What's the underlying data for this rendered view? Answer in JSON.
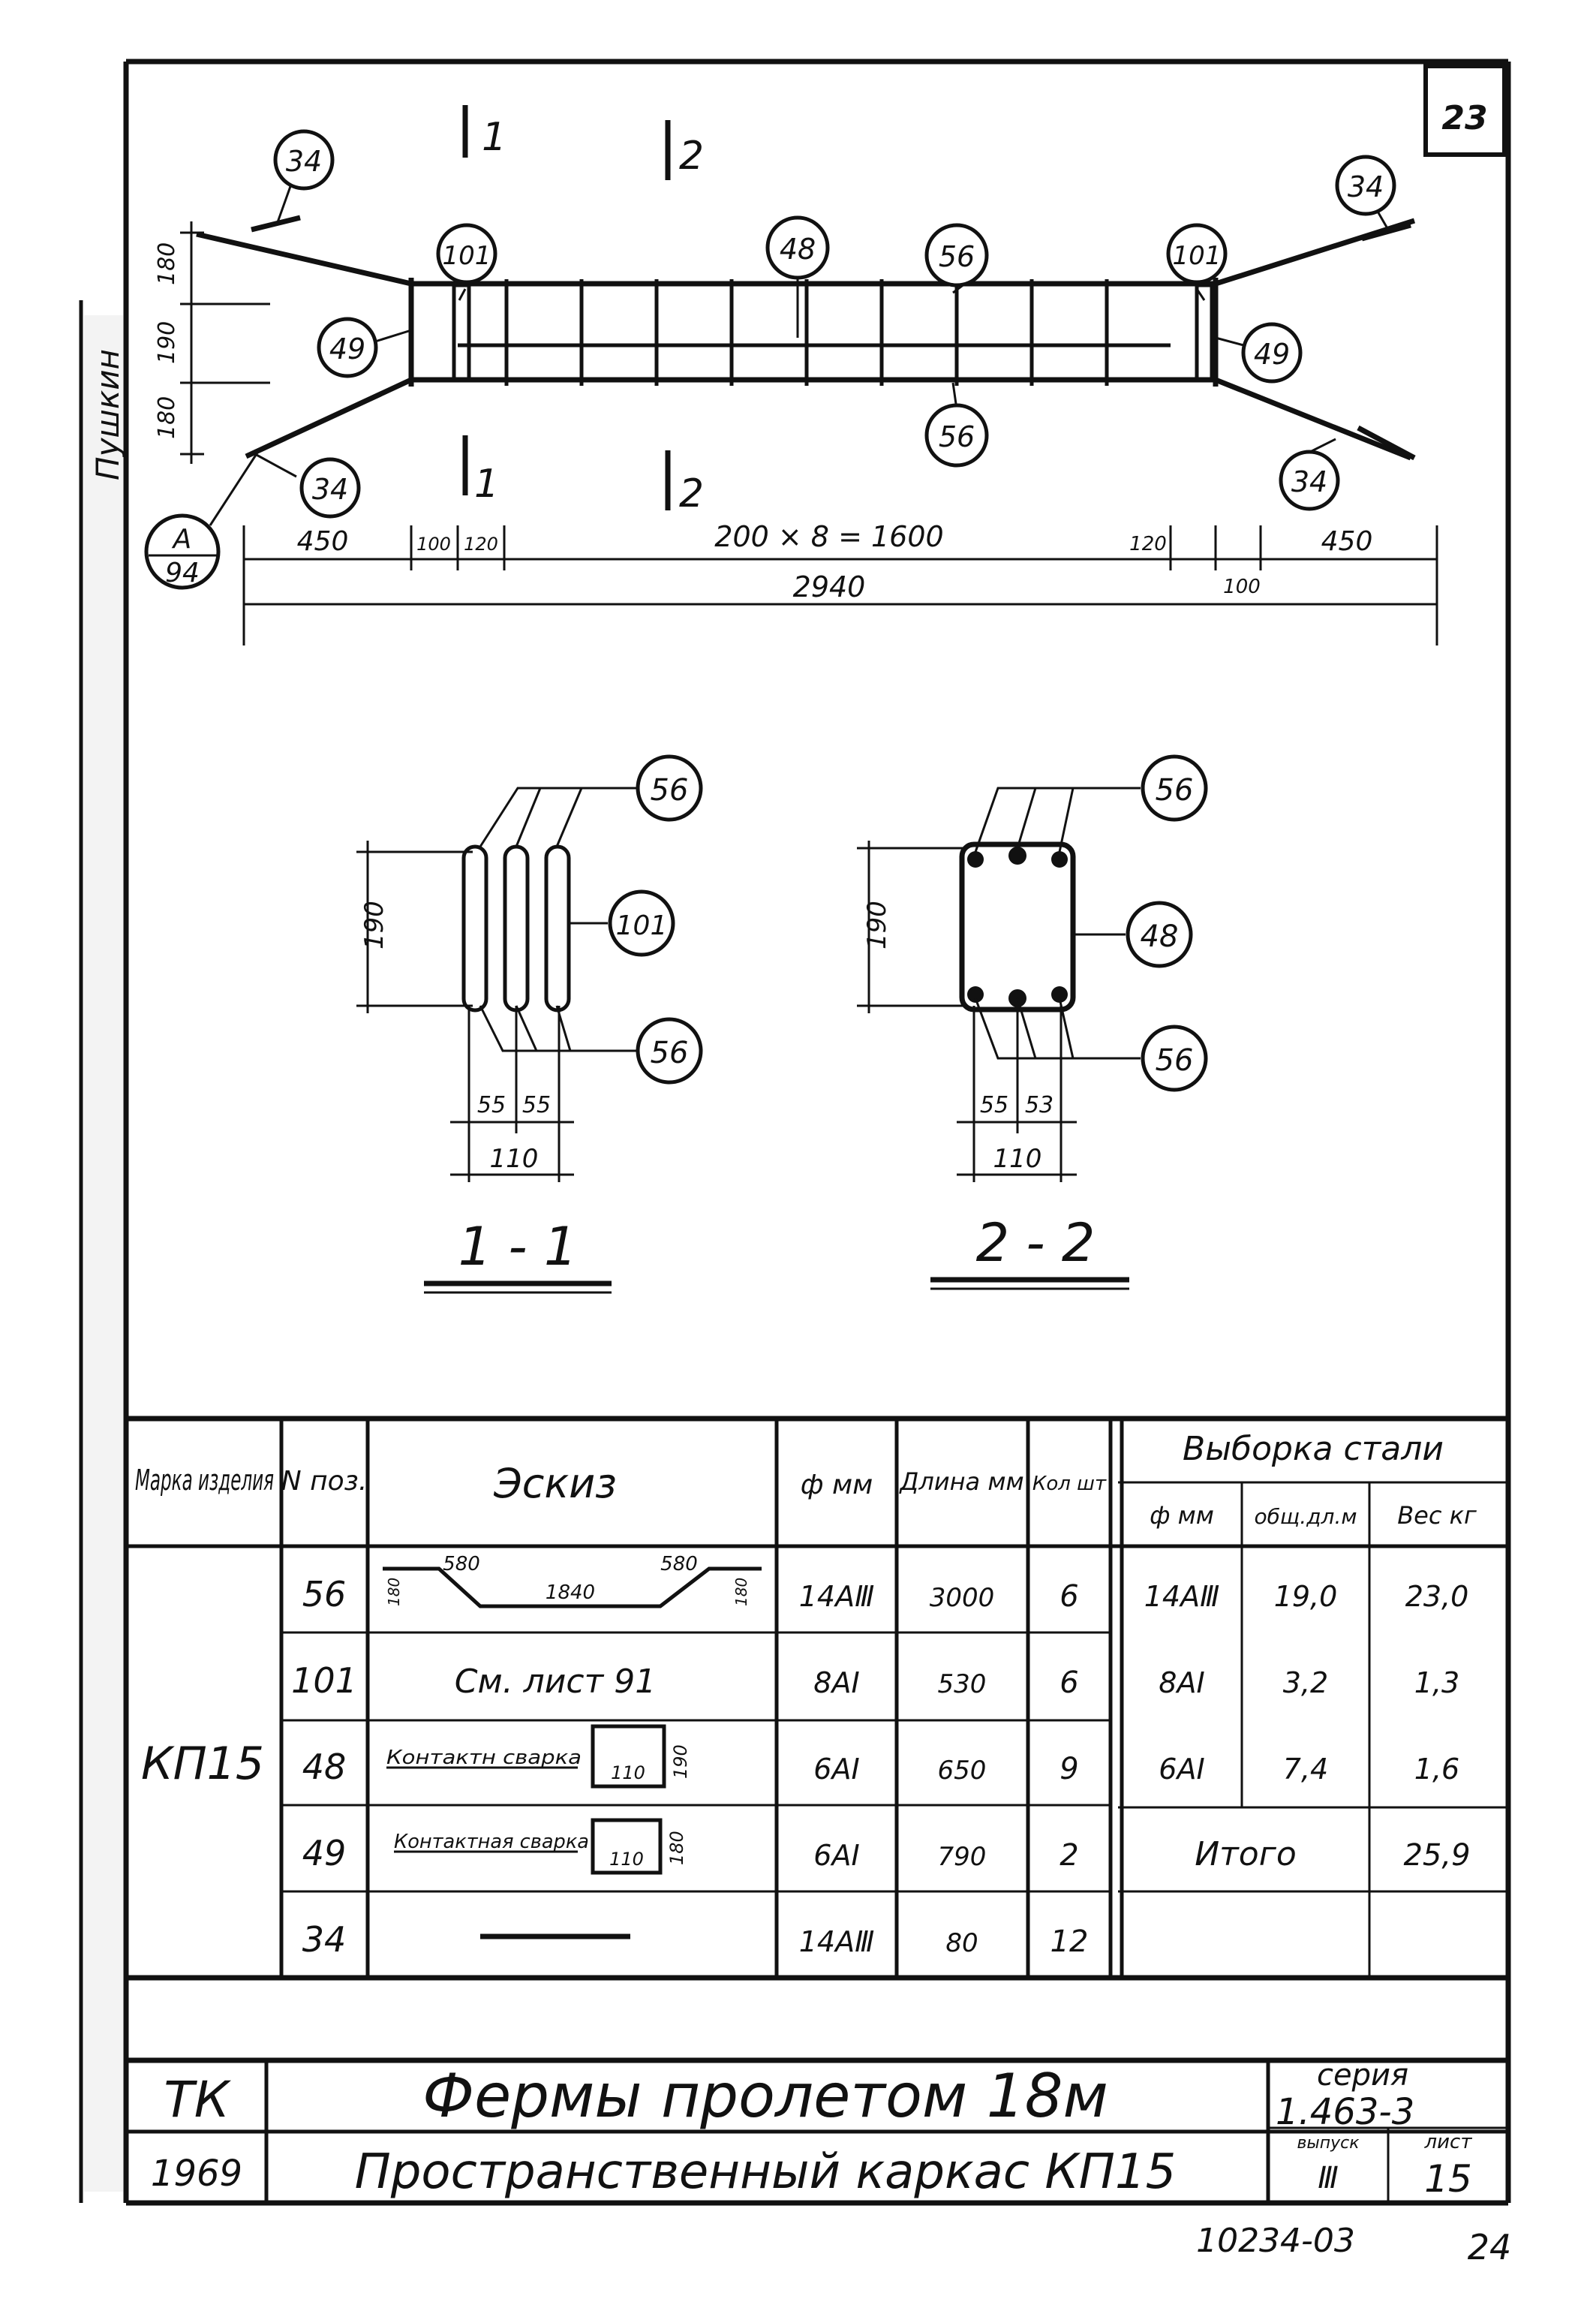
{
  "sheet_corner": "23",
  "side_stamp": "Пушкин",
  "elevation": {
    "section_marks": [
      "1",
      "2"
    ],
    "callouts": {
      "end_bar": "34",
      "end_stirrup": "49",
      "spacer": "101",
      "stirrup": "48",
      "long_bar": "56"
    },
    "detail_ref": {
      "letter": "А",
      "sheet": "94"
    },
    "vert_dims": [
      "180",
      "190",
      "180"
    ],
    "dims": {
      "end": "450",
      "d100": "100",
      "d120": "120",
      "middle": "200 × 8 = 1600",
      "total": "2940"
    }
  },
  "sections": [
    {
      "title": "1 - 1",
      "height": "190",
      "w1": "55",
      "w2": "55",
      "width": "110",
      "callouts": [
        "56",
        "101",
        "56"
      ]
    },
    {
      "title": "2 - 2",
      "height": "190",
      "w1": "55",
      "w2": "53",
      "width": "110",
      "callouts": [
        "56",
        "48",
        "56"
      ]
    }
  ],
  "spec": {
    "headers": {
      "mark": "Марка изделия",
      "pos": "N поз.",
      "sketch": "Эскиз",
      "dia": "ф мм",
      "length": "Длина мм",
      "qty": "Кол шт",
      "selection": "Выборка стали",
      "sel_dia": "ф мм",
      "sel_len": "общ.дл.м",
      "sel_weight": "Вес кг"
    },
    "mark": "КП15",
    "rows": [
      {
        "pos": "56",
        "sketch_a": "580",
        "sketch_b": "1840",
        "sketch_c": "580",
        "sketch_h1": "180",
        "sketch_h2": "180",
        "dia": "14АⅢ",
        "length": "3000",
        "qty": "6"
      },
      {
        "pos": "101",
        "sketch_note": "См. лист 91",
        "dia": "8АI",
        "length": "530",
        "qty": "6"
      },
      {
        "pos": "48",
        "sketch_label": "Контактн сварка",
        "sketch_w": "110",
        "sketch_h": "190",
        "dia": "6АI",
        "length": "650",
        "qty": "9"
      },
      {
        "pos": "49",
        "sketch_label": "Контактная сварка",
        "sketch_w": "110",
        "sketch_h": "180",
        "dia": "6АI",
        "length": "790",
        "qty": "2"
      },
      {
        "pos": "34",
        "dia": "14АⅢ",
        "length": "80",
        "qty": "12"
      }
    ],
    "selection": [
      {
        "dia": "14АⅢ",
        "len": "19,0",
        "weight": "23,0"
      },
      {
        "dia": "8АI",
        "len": "3,2",
        "weight": "1,3"
      },
      {
        "dia": "6АI",
        "len": "7,4",
        "weight": "1,6"
      }
    ],
    "total_label": "Итого",
    "total_value": "25,9"
  },
  "title_block": {
    "org": "ТК",
    "year": "1969",
    "title": "Фермы пролетом 18м",
    "subtitle": "Пространственный каркас КП15",
    "series_label": "серия",
    "series": "1.463-3",
    "issue_label": "выпуск",
    "issue": "Ⅲ",
    "sheet_label": "лист",
    "sheet": "15"
  },
  "footer": {
    "code": "10234-03",
    "page": "24"
  }
}
